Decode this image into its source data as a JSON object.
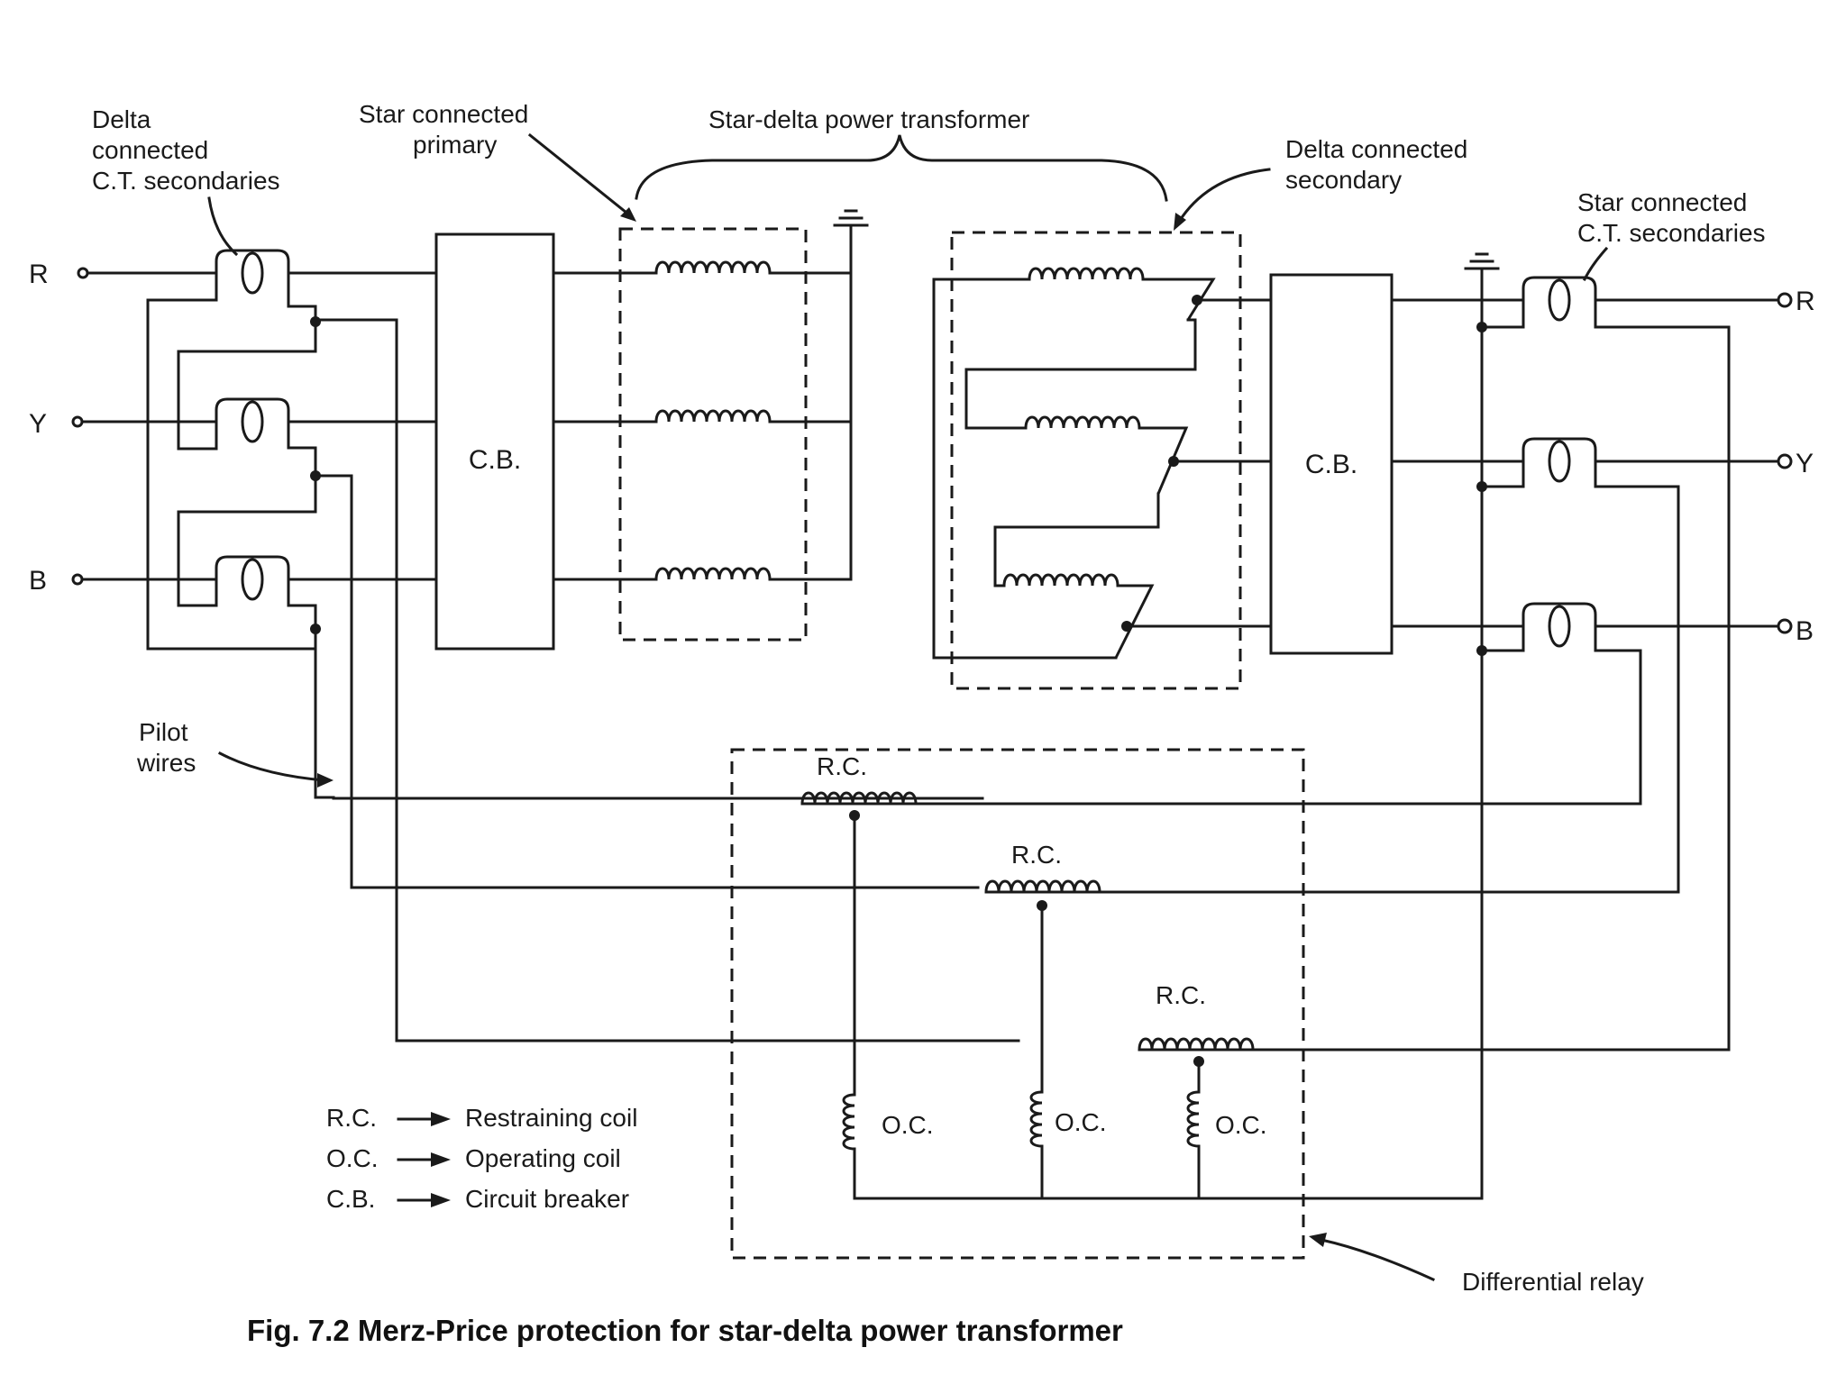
{
  "labels": {
    "delta_ct": [
      "Delta",
      "connected",
      "C.T. secondaries"
    ],
    "star_primary": [
      "Star connected",
      "primary"
    ],
    "transformer": "Star-delta power transformer",
    "delta_secondary": [
      "Delta connected",
      "secondary"
    ],
    "star_ct": [
      "Star connected",
      "C.T. secondaries"
    ],
    "pilot": [
      "Pilot",
      "wires"
    ],
    "relay": "Differential relay",
    "cb": "C.B.",
    "rc": "R.C.",
    "oc": "O.C."
  },
  "phases": [
    "R",
    "Y",
    "B"
  ],
  "legend": [
    {
      "abbr": "R.C.",
      "text": "Restraining coil"
    },
    {
      "abbr": "O.C.",
      "text": "Operating coil"
    },
    {
      "abbr": "C.B.",
      "text": "Circuit breaker"
    }
  ],
  "caption": "Fig. 7.2 Merz-Price protection for star-delta power transformer"
}
